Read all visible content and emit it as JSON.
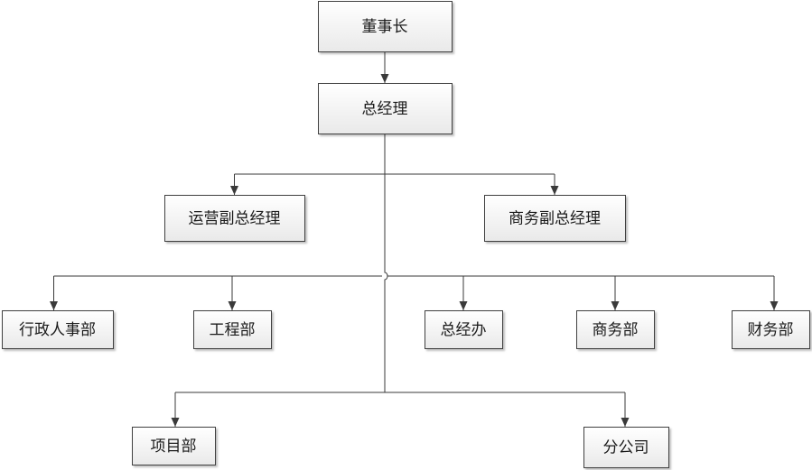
{
  "nodes": [
    {
      "id": "chairman",
      "label": "董事长"
    },
    {
      "id": "gm",
      "label": "总经理"
    },
    {
      "id": "ops-vp",
      "label": "运营副总经理"
    },
    {
      "id": "biz-vp",
      "label": "商务副总经理"
    },
    {
      "id": "admin-hr",
      "label": "行政人事部"
    },
    {
      "id": "engineering",
      "label": "工程部"
    },
    {
      "id": "gm-office",
      "label": "总经办"
    },
    {
      "id": "commerce",
      "label": "商务部"
    },
    {
      "id": "finance",
      "label": "财务部"
    },
    {
      "id": "project",
      "label": "项目部"
    },
    {
      "id": "branch",
      "label": "分公司"
    }
  ],
  "edges": [
    {
      "from": "chairman",
      "to": "gm"
    },
    {
      "from": "gm",
      "to": "ops-vp"
    },
    {
      "from": "gm",
      "to": "biz-vp"
    },
    {
      "from": "gm",
      "to": "admin-hr"
    },
    {
      "from": "gm",
      "to": "engineering"
    },
    {
      "from": "gm",
      "to": "gm-office"
    },
    {
      "from": "gm",
      "to": "commerce"
    },
    {
      "from": "gm",
      "to": "finance"
    },
    {
      "from": "gm",
      "to": "project"
    },
    {
      "from": "gm",
      "to": "branch"
    }
  ]
}
